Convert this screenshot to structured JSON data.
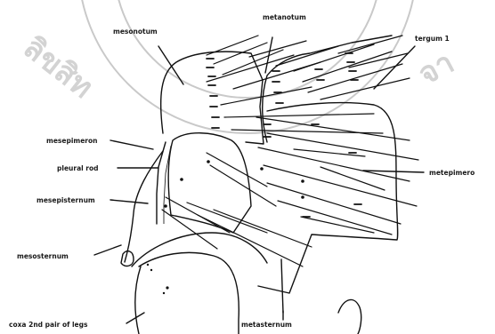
{
  "labels": {
    "mesonotum": "mesonotum",
    "metanotum": "metanotum",
    "tergum": "tergum 1",
    "mesepimeron": "mesepimeron",
    "pleural_rod": "pleural rod",
    "mesepisternum": "mesepisternum",
    "mesosternum": "mesosternum",
    "metepimeron": "metepimero",
    "coxa": "coxa 2nd pair of legs",
    "metasternum": "metasternum"
  },
  "watermark": {
    "left_text": "ลิขสิท",
    "right_text": "จา",
    "color": "#c9c9c9"
  }
}
